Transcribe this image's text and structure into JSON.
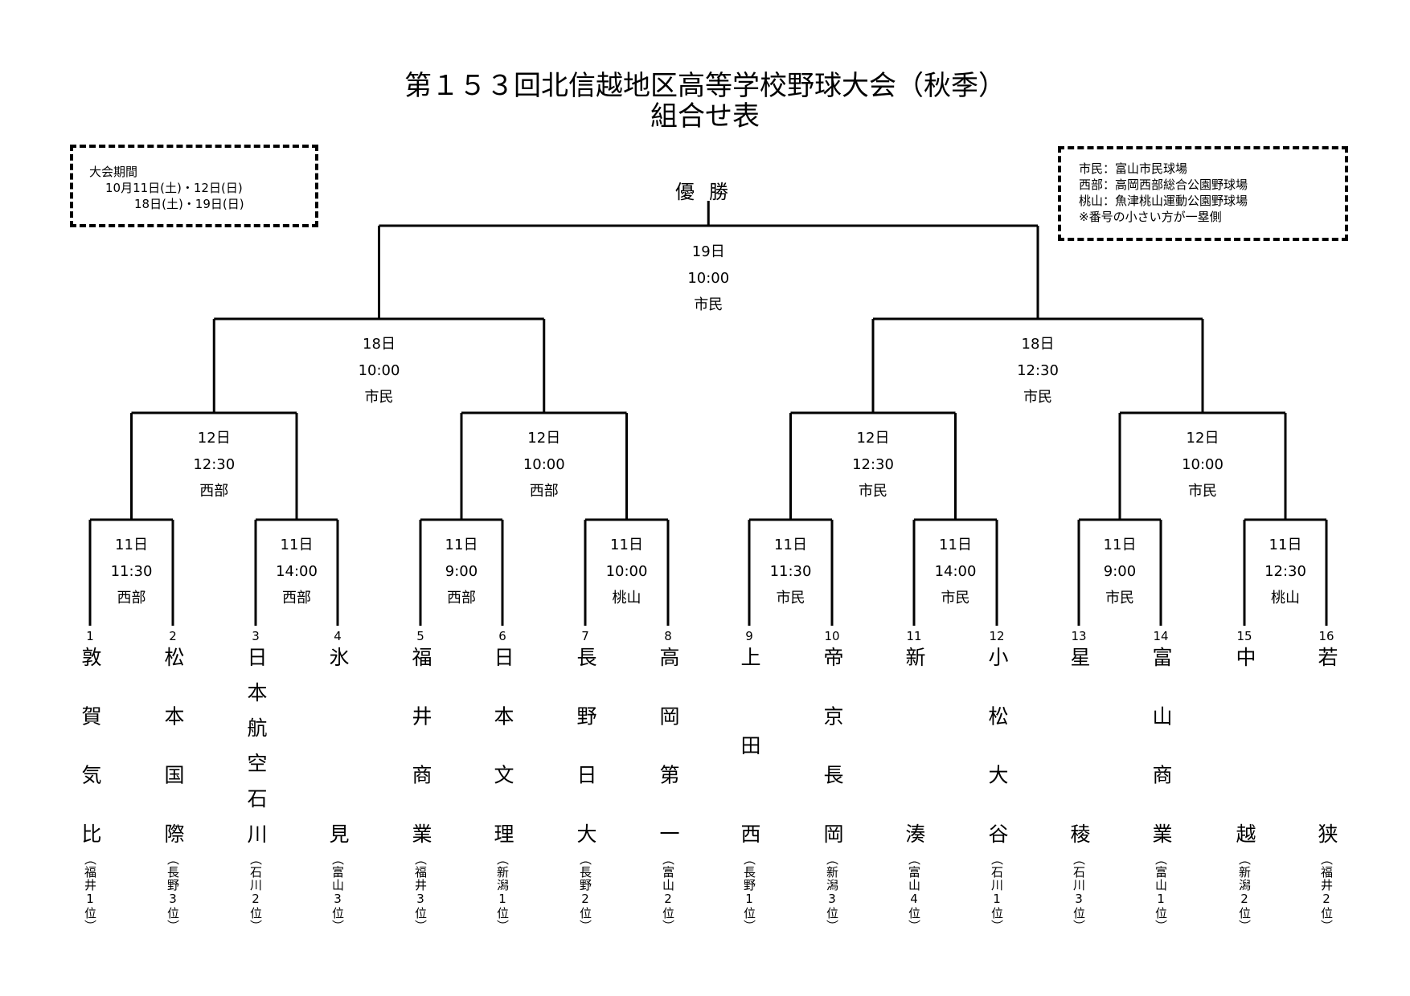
{
  "title": {
    "line1": "第１５３回北信越地区高等学校野球大会（秋季）",
    "line2": "組合せ表"
  },
  "period_box": {
    "heading": "大会期間",
    "line1": "10月11日(土)・12日(日)",
    "line2": "18日(土)・19日(日)"
  },
  "venue_box": {
    "lines": [
      "市民：富山市民球場",
      "西部：高岡西部総合公園野球場",
      "桃山：魚津桃山運動公園野球場",
      "※番号の小さい方が一塁側"
    ]
  },
  "winner_label": "優勝",
  "final": {
    "day": "19日",
    "time": "10:00",
    "venue": "市民"
  },
  "semifinals": [
    {
      "day": "18日",
      "time": "10:00",
      "venue": "市民"
    },
    {
      "day": "18日",
      "time": "12:30",
      "venue": "市民"
    }
  ],
  "quarterfinals": [
    {
      "day": "12日",
      "time": "12:30",
      "venue": "西部"
    },
    {
      "day": "12日",
      "time": "10:00",
      "venue": "西部"
    },
    {
      "day": "12日",
      "time": "12:30",
      "venue": "市民"
    },
    {
      "day": "12日",
      "time": "10:00",
      "venue": "市民"
    }
  ],
  "first_round": [
    {
      "day": "11日",
      "time": "11:30",
      "venue": "西部"
    },
    {
      "day": "11日",
      "time": "14:00",
      "venue": "西部"
    },
    {
      "day": "11日",
      "time": "9:00",
      "venue": "西部"
    },
    {
      "day": "11日",
      "time": "10:00",
      "venue": "桃山"
    },
    {
      "day": "11日",
      "time": "11:30",
      "venue": "市民"
    },
    {
      "day": "11日",
      "time": "14:00",
      "venue": "市民"
    },
    {
      "day": "11日",
      "time": "9:00",
      "venue": "市民"
    },
    {
      "day": "11日",
      "time": "12:30",
      "venue": "桃山"
    }
  ],
  "teams": [
    {
      "number": "1",
      "name": "敦賀気比",
      "pref": "（福井1位）"
    },
    {
      "number": "2",
      "name": "松本国際",
      "pref": "（長野3位）"
    },
    {
      "number": "3",
      "name": "日本航空石川",
      "pref": "（石川2位）"
    },
    {
      "number": "4",
      "name": "氷見",
      "pref": "（富山3位）"
    },
    {
      "number": "5",
      "name": "福井商業",
      "pref": "（福井3位）"
    },
    {
      "number": "6",
      "name": "日本文理",
      "pref": "（新潟1位）"
    },
    {
      "number": "7",
      "name": "長野日大",
      "pref": "（長野2位）"
    },
    {
      "number": "8",
      "name": "高岡第一",
      "pref": "（富山2位）"
    },
    {
      "number": "9",
      "name": "上田西",
      "pref": "（長野1位）"
    },
    {
      "number": "10",
      "name": "帝京長岡",
      "pref": "（新潟3位）"
    },
    {
      "number": "11",
      "name": "新湊",
      "pref": "（富山4位）"
    },
    {
      "number": "12",
      "name": "小松大谷",
      "pref": "（石川1位）"
    },
    {
      "number": "13",
      "name": "星稜",
      "pref": "（石川3位）"
    },
    {
      "number": "14",
      "name": "富山商業",
      "pref": "（富山1位）"
    },
    {
      "number": "15",
      "name": "中越",
      "pref": "（新潟2位）"
    },
    {
      "number": "16",
      "name": "若狭",
      "pref": "（福井2位）"
    }
  ]
}
